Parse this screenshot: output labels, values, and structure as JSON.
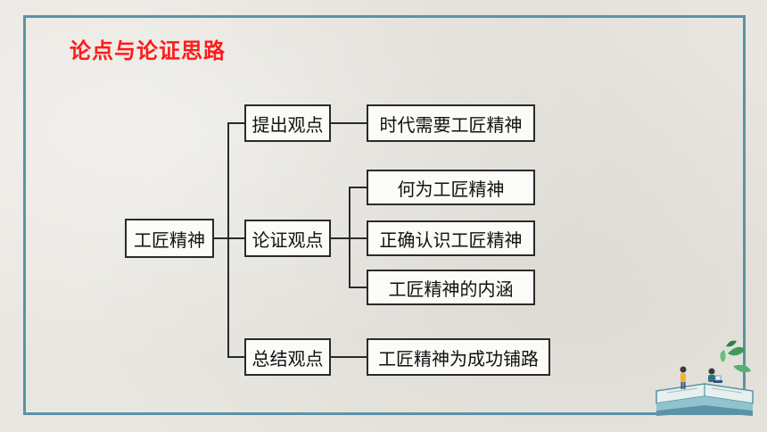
{
  "title": "论点与论证思路",
  "root": "工匠精神",
  "branches": [
    {
      "label": "提出观点",
      "children": [
        "时代需要工匠精神"
      ]
    },
    {
      "label": "论证观点",
      "children": [
        "何为工匠精神",
        "正确认识工匠精神",
        "工匠精神的内涵"
      ]
    },
    {
      "label": "总结观点",
      "children": [
        "工匠精神为成功铺路"
      ]
    }
  ],
  "colors": {
    "title": "#ff1a1a",
    "frame": "#5a93a6",
    "box_border": "#2a2a2a"
  },
  "decoration": "book-reading-illustration"
}
